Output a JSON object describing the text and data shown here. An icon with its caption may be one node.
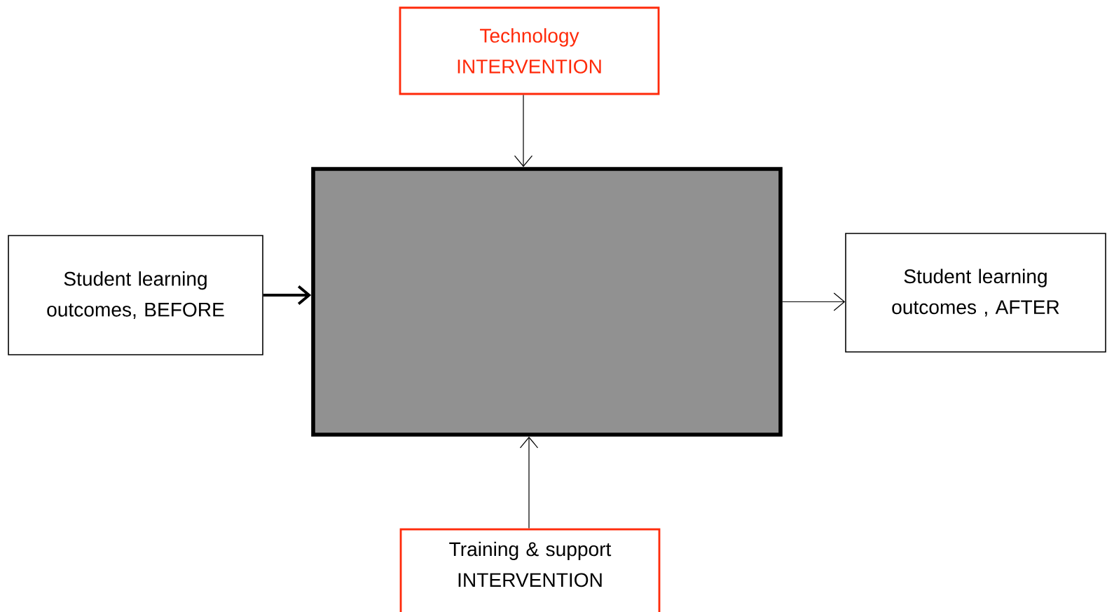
{
  "diagram": {
    "nodes": [
      {
        "text": [
          "Technology INTERVENTION"
        ]
      },
      {
        "text": [
          "Student learning outcomes, BEFORE"
        ]
      },
      {
        "text": [],
        "shape": "box"
      },
      {
        "text": [
          "Student learning outcomes , AFTER"
        ]
      },
      {
        "text": [
          "Training & support INTERVENTION"
        ]
      }
    ],
    "edges": [
      {
        "from": 0,
        "to": 2,
        "arrow": "to"
      },
      {
        "from": 1,
        "to": 2,
        "arrow": "to",
        "style": "thick"
      },
      {
        "from": 2,
        "to": 3,
        "arrow": "to"
      },
      {
        "from": 4,
        "to": 2,
        "arrow": "to"
      }
    ]
  }
}
